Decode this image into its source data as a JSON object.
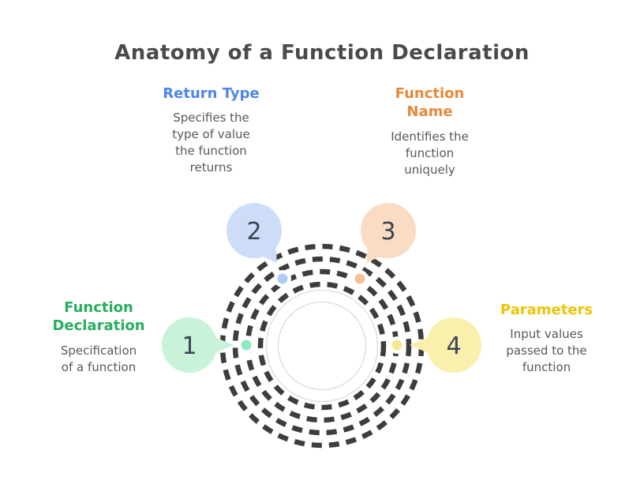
{
  "title": "Anatomy of a Function Declaration",
  "colors": {
    "title_text": "#4a4a4a",
    "body_text": "#585858",
    "ring_dash": "#3d3d3d",
    "ring_white_edge": "#dcdcdc",
    "green_heading": "#27ae60",
    "blue_heading": "#4c86e8",
    "orange_heading": "#e8883a",
    "yellow_heading": "#eec502",
    "bubble1": "#c9f2da",
    "bubble2": "#cdddf8",
    "bubble3": "#f9dcc3",
    "bubble4": "#faf0ad",
    "dot1": "#8fe9bd",
    "dot2": "#aec9f3",
    "dot3": "#f3c29b",
    "dot4": "#f3e88e",
    "number_text": "#3a4352"
  },
  "items": [
    {
      "number": "1",
      "heading_lines": [
        "Function",
        "Declaration"
      ],
      "desc_lines": [
        "Specification",
        "of a function"
      ]
    },
    {
      "number": "2",
      "heading_lines": [
        "Return Type"
      ],
      "desc_lines": [
        "Specifies the",
        "type of value",
        "the function",
        "returns"
      ]
    },
    {
      "number": "3",
      "heading_lines": [
        "Function",
        "Name"
      ],
      "desc_lines": [
        "Identifies the",
        "function",
        "uniquely"
      ]
    },
    {
      "number": "4",
      "heading_lines": [
        "Parameters"
      ],
      "desc_lines": [
        "Input values",
        "passed to the",
        "function"
      ]
    }
  ]
}
